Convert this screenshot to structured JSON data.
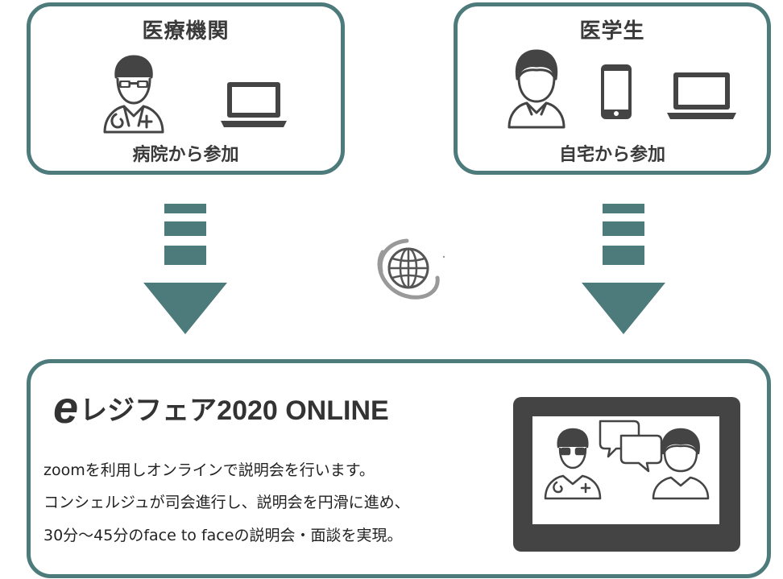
{
  "medical_institution": {
    "title": "医療機関",
    "caption": "病院から参加",
    "icons": [
      "doctor-icon",
      "laptop-icon"
    ]
  },
  "medical_student": {
    "title": "医学生",
    "caption": "自宅から参加",
    "icons": [
      "student-icon",
      "smartphone-icon",
      "laptop-icon"
    ]
  },
  "center_icon": "globe-icon",
  "event": {
    "title_e": "e",
    "title_rest": "レジフェア2020 ONLINE",
    "description": [
      "zoomを利用しオンラインで説明会を行います。",
      "コンシェルジュが司会進行し、説明会を円滑に進め、",
      "30分～45分のface to faceの説明会・面談を実現。"
    ],
    "illustration_icons": [
      "tablet-icon",
      "doctor-icon",
      "speech-bubbles-icon",
      "student-icon"
    ]
  },
  "colors": {
    "border": "#4d7b7b",
    "arrow": "#4d7b7b",
    "icon": "#444444",
    "tablet": "#444444"
  }
}
